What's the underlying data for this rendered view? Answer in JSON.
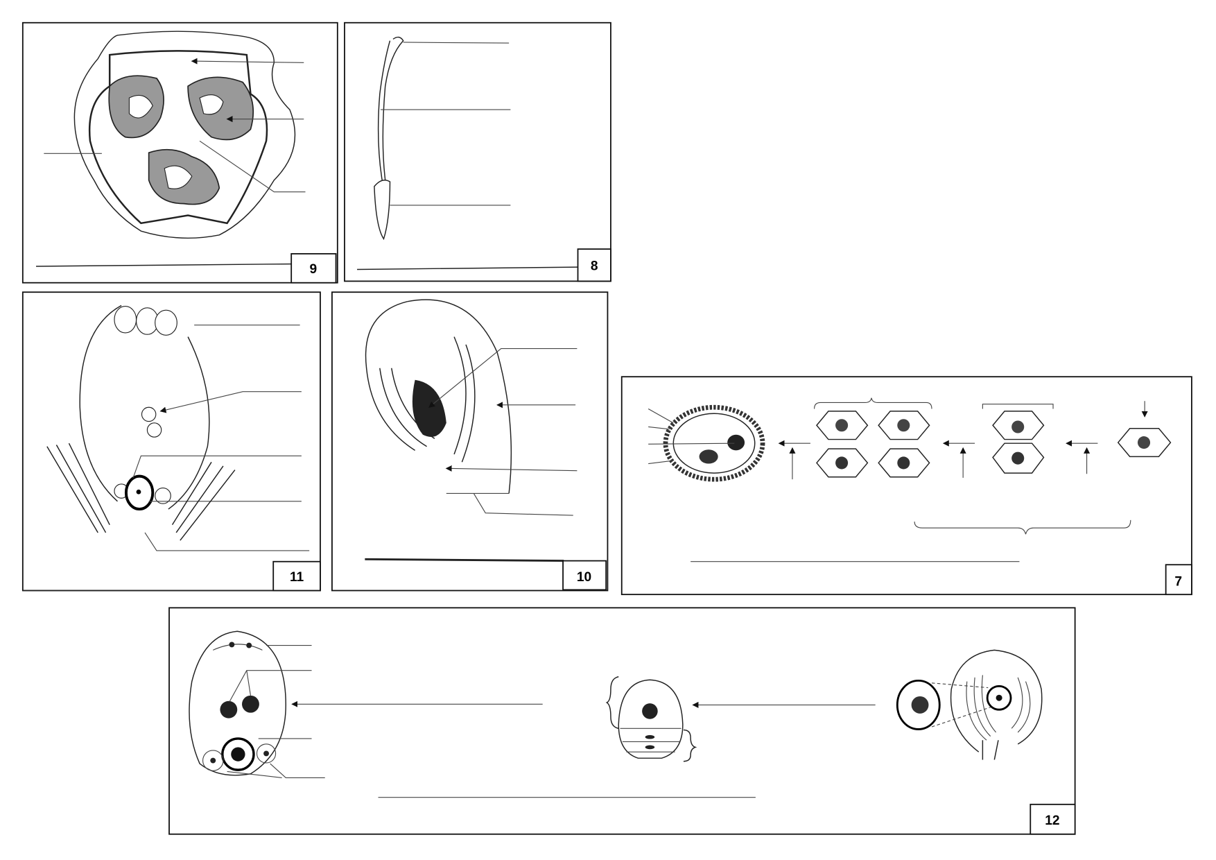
{
  "panels": [
    {
      "id": "9",
      "label": "9"
    },
    {
      "id": "8",
      "label": "8"
    },
    {
      "id": "11",
      "label": "11"
    },
    {
      "id": "10",
      "label": "10"
    },
    {
      "id": "7",
      "label": "7"
    },
    {
      "id": "12",
      "label": "12"
    }
  ]
}
